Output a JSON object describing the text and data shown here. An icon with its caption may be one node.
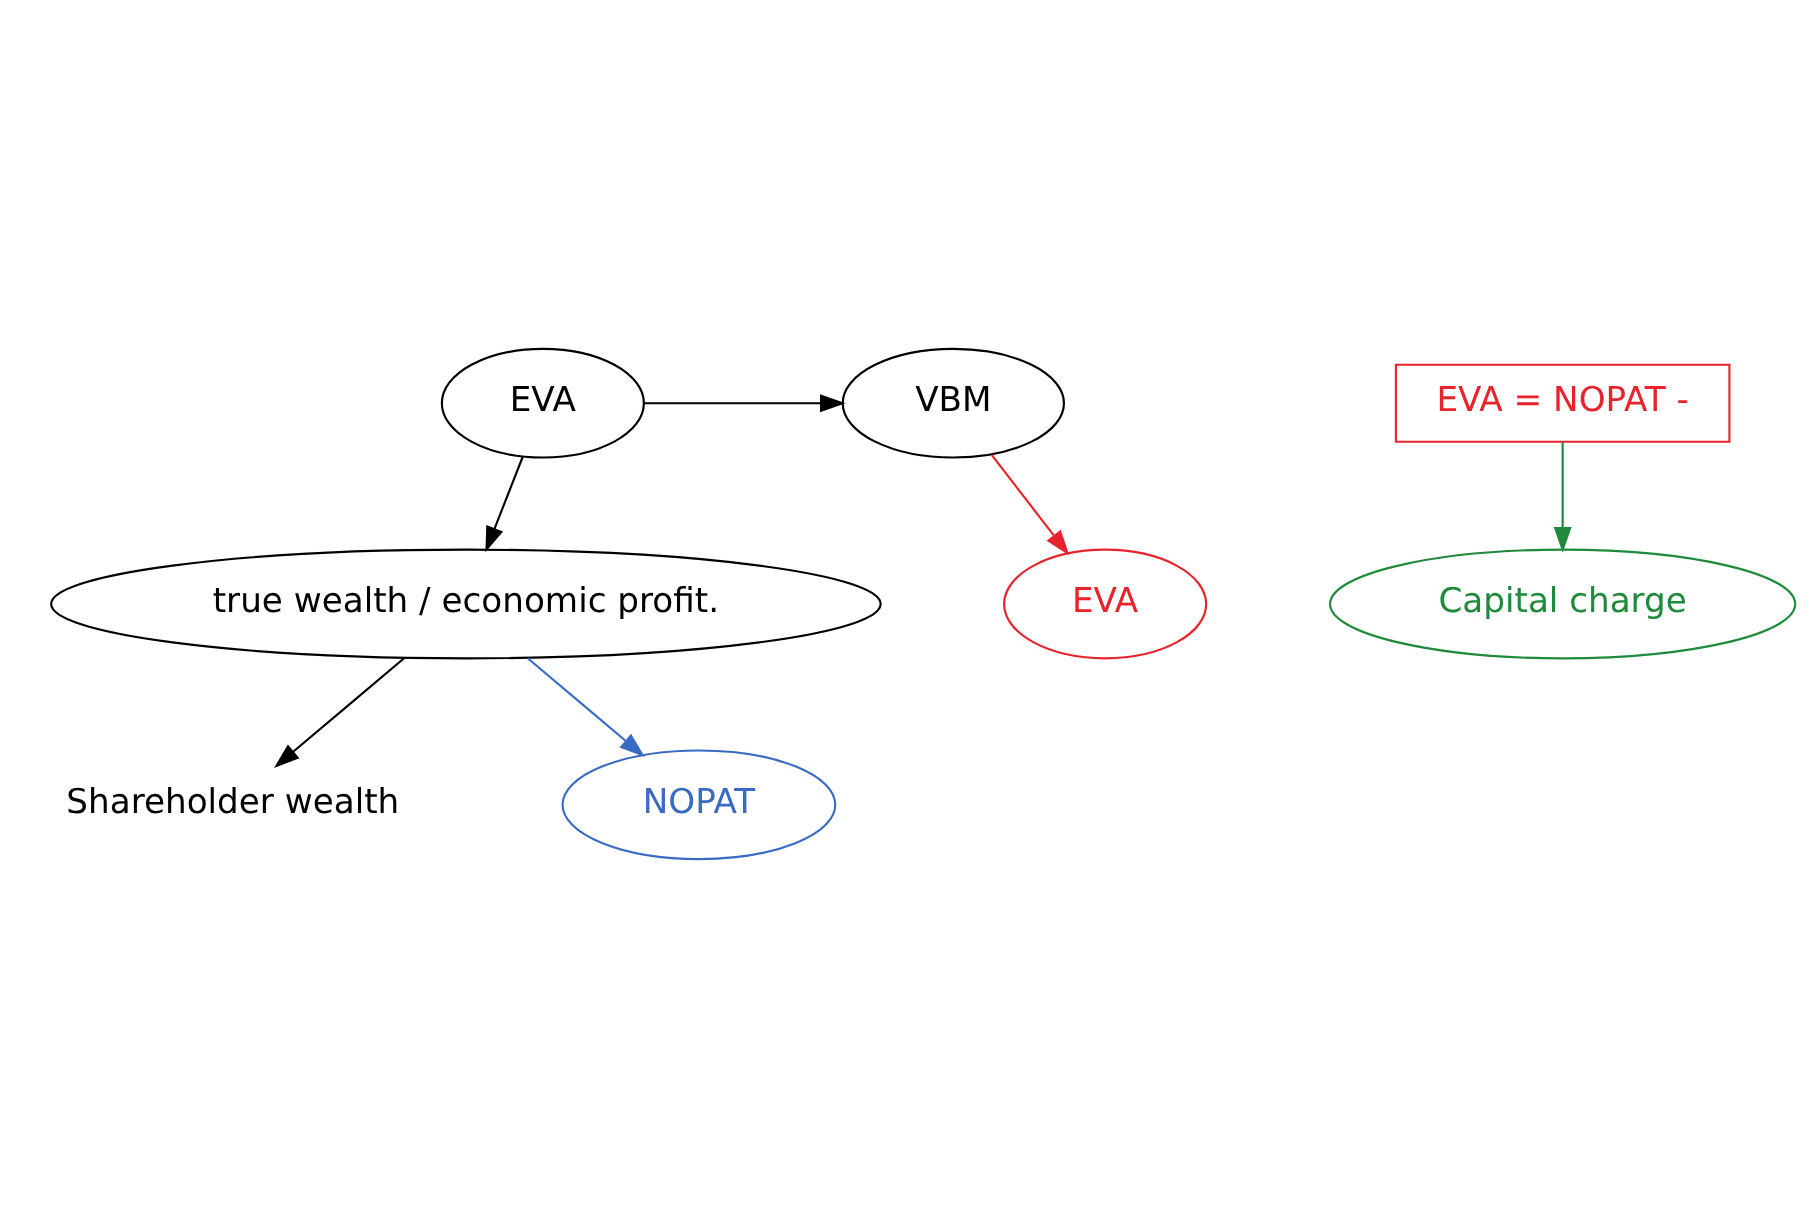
{
  "diagram": {
    "nodes": [
      {
        "text": [
          "EVA"
        ]
      },
      {
        "text": [
          "VBM"
        ]
      },
      {
        "text": [
          "true wealth / economic profit."
        ]
      },
      {
        "text": [
          "Shareholder wealth"
        ]
      },
      {
        "text": [
          "NOPAT"
        ]
      },
      {
        "text": [
          "EVA"
        ]
      },
      {
        "text": [
          "EVA = NOPAT -"
        ]
      },
      {
        "text": [
          "Capital charge"
        ]
      }
    ],
    "edges": [
      {
        "from": 0,
        "to": 1,
        "arrow": "to"
      },
      {
        "from": 0,
        "to": 2,
        "arrow": "to"
      },
      {
        "from": 2,
        "to": 3,
        "arrow": "to"
      },
      {
        "from": 2,
        "to": 4,
        "arrow": "to",
        "color": "#3a6bc4"
      },
      {
        "from": 1,
        "to": 5,
        "arrow": "to",
        "color": "#e8232b"
      },
      {
        "from": 6,
        "to": 7,
        "arrow": "to",
        "color": "#1e8a3a"
      }
    ]
  }
}
